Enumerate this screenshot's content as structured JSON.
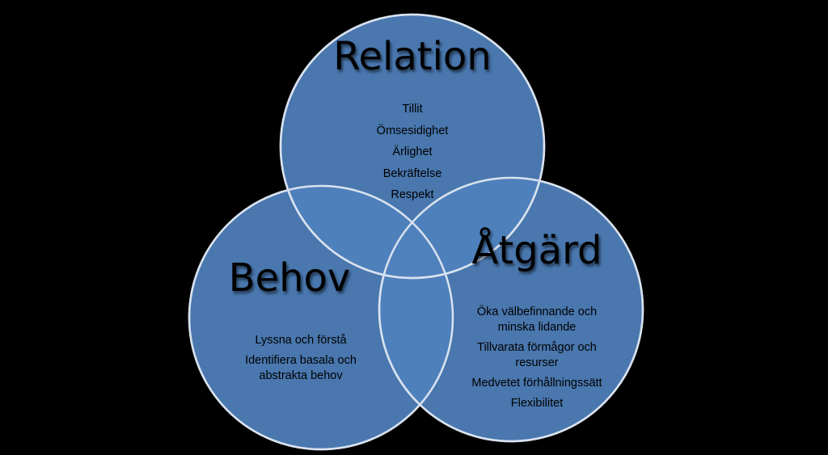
{
  "colors": {
    "background": "#000000",
    "circle_fill": "#4f81bd",
    "circle_stroke": "#d9e2ef",
    "text": "#000000"
  },
  "circles": {
    "relation": {
      "title": "Relation",
      "items": [
        "Tillit",
        "Ömsesidighet",
        "Ärlighet",
        "Bekräftelse",
        "Respekt"
      ]
    },
    "behov": {
      "title": "Behov",
      "items": [
        "Lyssna och förstå",
        "Identifiera basala och\nabstrakta behov"
      ]
    },
    "atgard": {
      "title": "Åtgärd",
      "items": [
        "Öka välbefinnande och\nminska lidande",
        "Tillvarata förmågor och\nresurser",
        "Medvetet förhållningssätt",
        "Flexibilitet"
      ]
    }
  }
}
